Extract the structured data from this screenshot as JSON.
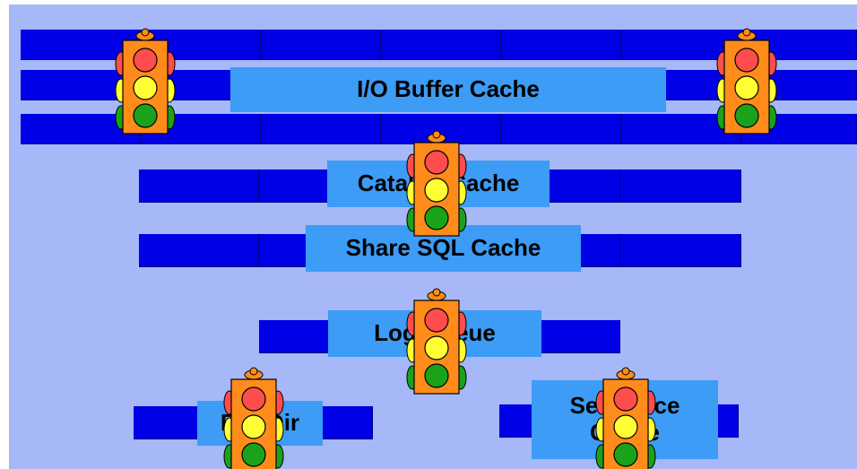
{
  "colors": {
    "background": "#a6b8f7",
    "bar": "#0000e6",
    "label_box": "#3c9cf6",
    "light_red": "#ff4d4d",
    "light_yellow": "#ffff33",
    "light_green": "#1aa31a",
    "light_housing": "#ff8c1a"
  },
  "caches": {
    "io_buffer": "I/O Buffer Cache",
    "catalog": "Catalog Cache",
    "share_sql": "Share SQL Cache",
    "log_queue": "Log Queue",
    "file_dir": "File Dir",
    "sequence": "Sequence Cache"
  },
  "icons": {
    "traffic_light": "traffic-light-icon"
  }
}
